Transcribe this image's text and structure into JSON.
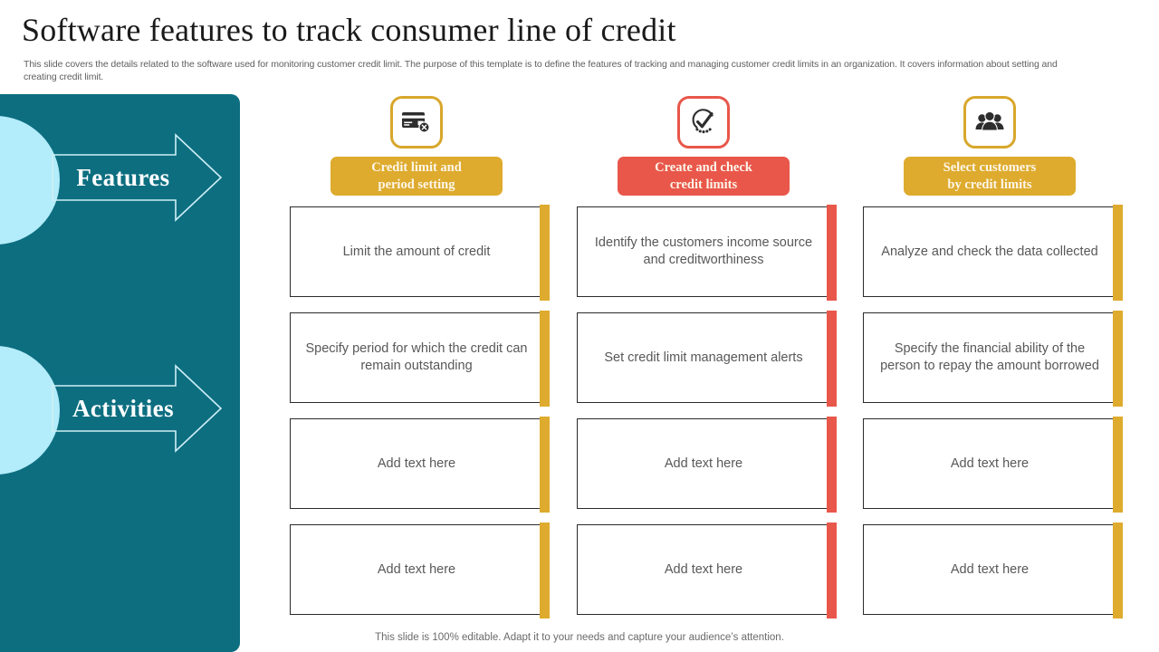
{
  "header": {
    "title": "Software features to track consumer line of credit",
    "subtitle": "This slide covers the details related to the software used for monitoring customer credit limit. The purpose of this template is to define the features of tracking and managing customer credit limits in an organization. It covers information about setting and creating credit limit."
  },
  "sidebar": {
    "background_color": "#0d6e80",
    "circle_color": "#b3ecfa",
    "arrows": [
      {
        "label": "Features"
      },
      {
        "label": "Activities"
      }
    ]
  },
  "columns": [
    {
      "icon": "credit-card-blocked-icon",
      "title": "Credit limit and\nperiod setting",
      "title_line1": "Credit limit and",
      "title_line2": "period setting",
      "accent_color": "#deab2e",
      "cards": [
        {
          "text": "Limit the amount of credit"
        },
        {
          "text": "Specify period for which the credit can remain outstanding"
        },
        {
          "text": "Add text here"
        },
        {
          "text": "Add text here"
        }
      ]
    },
    {
      "icon": "check-circle-gauge-icon",
      "title": "Create and check\ncredit limits",
      "title_line1": "Create and check",
      "title_line2": "credit limits",
      "accent_color": "#e8574a",
      "cards": [
        {
          "text": "Identify the customers income source and creditworthiness"
        },
        {
          "text": "Set credit limit management alerts"
        },
        {
          "text": "Add text here"
        },
        {
          "text": "Add text here"
        }
      ]
    },
    {
      "icon": "people-group-icon",
      "title": "Select customers\nby credit limits",
      "title_line1": "Select customers",
      "title_line2": "by credit limits",
      "accent_color": "#deab2e",
      "cards": [
        {
          "text": "Analyze and check the data collected"
        },
        {
          "text": "Specify the financial ability of the person to repay the amount borrowed"
        },
        {
          "text": "Add text here"
        },
        {
          "text": "Add text here"
        }
      ]
    }
  ],
  "footer": {
    "note": "This slide is 100% editable. Adapt it to your needs and capture your audience’s attention."
  }
}
